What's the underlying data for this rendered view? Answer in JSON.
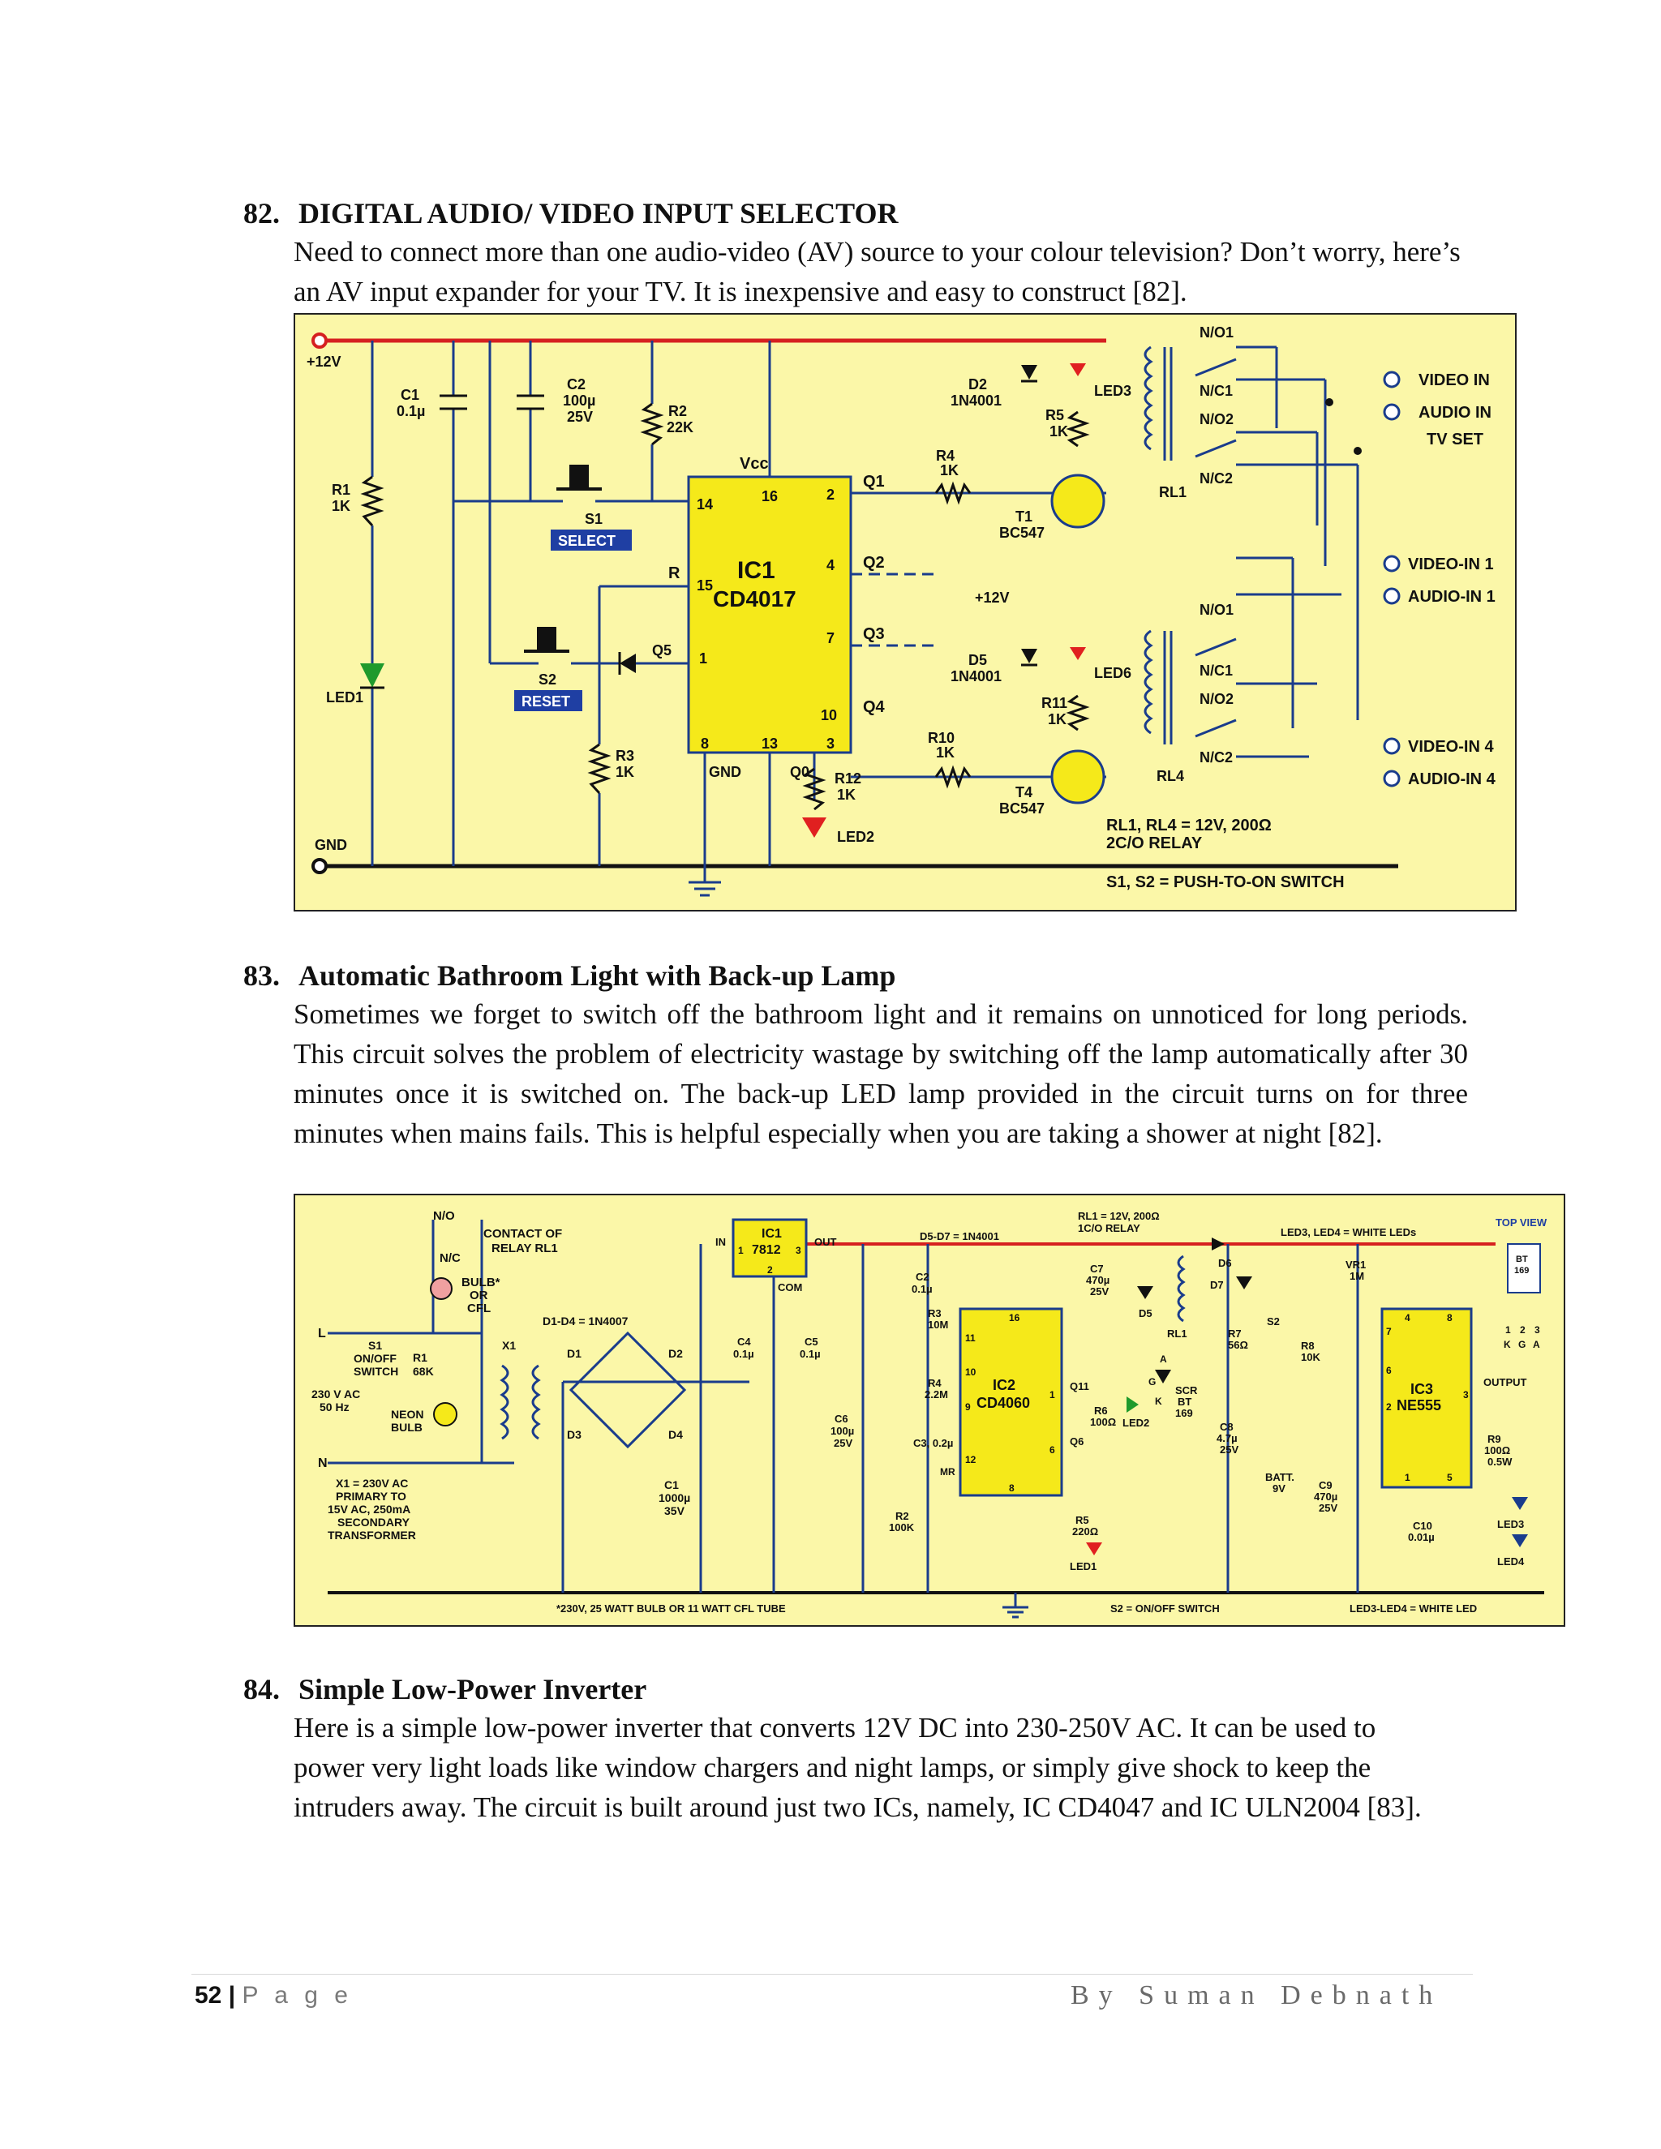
{
  "sections": [
    {
      "number": "82.",
      "title": "DIGITAL AUDIO/ VIDEO INPUT SELECTOR",
      "paragraph": "Need to connect more than one audio-video (AV) source to your colour television? Don’t worry, here’s an AV input expander for your TV. It is inexpensive and easy to construct [82]."
    },
    {
      "number": "83.",
      "title": "Automatic Bathroom Light with Back-up Lamp",
      "paragraph": "Sometimes we forget to switch off the bathroom light and it remains on unnoticed for long periods. This circuit solves the problem of electricity wastage by switching off the lamp automatically after 30 minutes once it is switched on. The back-up LED lamp provided in the circuit turns on for three minutes when mains fails. This is helpful especially when you are taking a shower at night [82]."
    },
    {
      "number": "84.",
      "title": "Simple Low-Power Inverter",
      "paragraph": "Here is a simple low-power inverter that converts 12V DC into 230-250V AC. It can be used to power very light loads like window chargers and night lamps, or simply give shock to keep the intruders away. The circuit is built around just two ICs, namely, IC CD4047 and IC ULN2004 [83]."
    }
  ],
  "figure1": {
    "supply": "+12V",
    "ground": "GND",
    "c1": [
      "C1",
      "0.1µ"
    ],
    "c2": [
      "C2",
      "100µ",
      "25V"
    ],
    "r1": [
      "R1",
      "1K"
    ],
    "r2": [
      "R2",
      "22K"
    ],
    "r3": [
      "R3",
      "1K"
    ],
    "r4": [
      "R4",
      "1K"
    ],
    "r5": [
      "R5",
      "1K"
    ],
    "r10": [
      "R10",
      "1K"
    ],
    "r11": [
      "R11",
      "1K"
    ],
    "r12": [
      "R12",
      "1K"
    ],
    "d2": [
      "D2",
      "1N4001"
    ],
    "d5": [
      "D5",
      "1N4001"
    ],
    "led_labels": [
      "LED1",
      "LED2",
      "LED3",
      "LED6"
    ],
    "t1": [
      "T1",
      "BC547"
    ],
    "t4": [
      "T4",
      "BC547"
    ],
    "rl1": "RL1",
    "rl4": "RL4",
    "s1": [
      "S1",
      "SELECT"
    ],
    "s2": [
      "S2",
      "RESET"
    ],
    "q5": "Q5",
    "ic": [
      "IC1",
      "CD4017"
    ],
    "ic_pins": {
      "vcc": "Vcc",
      "p16": "16",
      "p14": "14",
      "p15": "15",
      "p1": "1",
      "p2": "2",
      "p4": "4",
      "p7": "7",
      "p10": "10",
      "p8": "8",
      "p13": "13",
      "p3": "3",
      "gnd": "GND",
      "q0": "Q0",
      "r": "R"
    },
    "outputs": [
      "Q1",
      "Q2",
      "Q3",
      "Q4"
    ],
    "relay_contacts": [
      "N/O1",
      "N/C1",
      "N/O2",
      "N/C2"
    ],
    "relay_contacts_b": [
      "N/O1",
      "N/C1",
      "N/O2",
      "N/C2"
    ],
    "plus12b": "+12V",
    "jacks": [
      "VIDEO IN",
      "AUDIO IN",
      "TV SET",
      "VIDEO-IN 1",
      "AUDIO-IN 1",
      "VIDEO-IN 4",
      "AUDIO-IN 4"
    ],
    "note1": "RL1, RL4 = 12V, 200Ω",
    "note2": "2C/O RELAY",
    "note3": "S1, S2 = PUSH-TO-ON SWITCH"
  },
  "figure2": {
    "contact": [
      "N/O",
      "N/C",
      "CONTACT OF",
      "RELAY RL1"
    ],
    "bulb": [
      "BULB*",
      "OR",
      "CFL"
    ],
    "mains": [
      "L",
      "N",
      "230 V AC",
      "50 Hz"
    ],
    "s1": [
      "S1",
      "ON/OFF",
      "SWITCH"
    ],
    "r1": [
      "R1",
      "68K"
    ],
    "neon": [
      "NEON",
      "BULB"
    ],
    "x1": "X1",
    "x1_note": [
      "X1 = 230V AC",
      "PRIMARY TO",
      "15V AC, 250mA",
      "SECONDARY",
      "TRANSFORMER"
    ],
    "bridge": [
      "D1-D4 = 1N4007",
      "D1",
      "D2",
      "D3",
      "D4"
    ],
    "c1": [
      "C1",
      "1000µ",
      "35V"
    ],
    "ic1": [
      "IC1",
      "7812",
      "IN",
      "OUT",
      "COM",
      "1",
      "2",
      "3"
    ],
    "c4": [
      "C4",
      "0.1µ"
    ],
    "c5": [
      "C5",
      "0.1µ"
    ],
    "c2": [
      "C2",
      "0.1µ"
    ],
    "c6": [
      "C6",
      "100µ",
      "25V"
    ],
    "diodes": "D5-D7 = 1N4001",
    "r3": [
      "R3",
      "10M"
    ],
    "r4": [
      "R4",
      "2.2M"
    ],
    "c3": "C3, 0.2µ",
    "r2": [
      "R2",
      "100K"
    ],
    "ic2": [
      "IC2",
      "CD4060",
      "16",
      "11",
      "10",
      "9",
      "12",
      "8",
      "1",
      "6",
      "MR"
    ],
    "q11": "Q11",
    "q6": "Q6",
    "r6": [
      "R6",
      "100Ω"
    ],
    "led2": "LED2",
    "r5": [
      "R5",
      "220Ω"
    ],
    "led1": "LED1",
    "relay": [
      "RL1 = 12V, 200Ω",
      "1C/O RELAY",
      "RL1"
    ],
    "c7": [
      "C7",
      "470µ",
      "25V"
    ],
    "d5": "D5",
    "d6": "D6",
    "d7": "D7",
    "scr": [
      "SCR",
      "BT",
      "169",
      "A",
      "G",
      "K"
    ],
    "c8": [
      "C8",
      "4.7µ",
      "25V"
    ],
    "r7": [
      "R7",
      "56Ω"
    ],
    "s2": "S2",
    "r8": [
      "R8",
      "10K"
    ],
    "batt": [
      "BATT.",
      "9V"
    ],
    "c9": [
      "C9",
      "470µ",
      "25V"
    ],
    "vr1": [
      "VR1",
      "1M"
    ],
    "ic3": [
      "IC3",
      "NE555",
      "4",
      "8",
      "7",
      "6",
      "2",
      "1",
      "5",
      "3"
    ],
    "output": "OUTPUT",
    "r9": [
      "R9",
      "100Ω",
      "0.5W"
    ],
    "led3": "LED3",
    "led4": "LED4",
    "c10": [
      "C10",
      "0.01µ"
    ],
    "white_leds": "LED3, LED4 = WHITE LEDs",
    "top_view": [
      "TOP VIEW",
      "BT",
      "169",
      "1",
      "2",
      "3",
      "K",
      "G",
      "A"
    ],
    "foot1": "*230V, 25 WATT BULB OR 11 WATT CFL TUBE",
    "foot2": "S2 = ON/OFF SWITCH",
    "foot3": "LED3-LED4 = WHITE LED"
  },
  "footer": {
    "page_number": "52",
    "separator": "|",
    "page_word": "P a g e",
    "author": "By Suman Debnath"
  },
  "colors": {
    "schematic_background": "#fbf7a8",
    "ic_fill": "#f5e91a",
    "positive_rail": "#d62020",
    "wire": "#1a3c8c",
    "label_box": "#1f3fa3"
  }
}
